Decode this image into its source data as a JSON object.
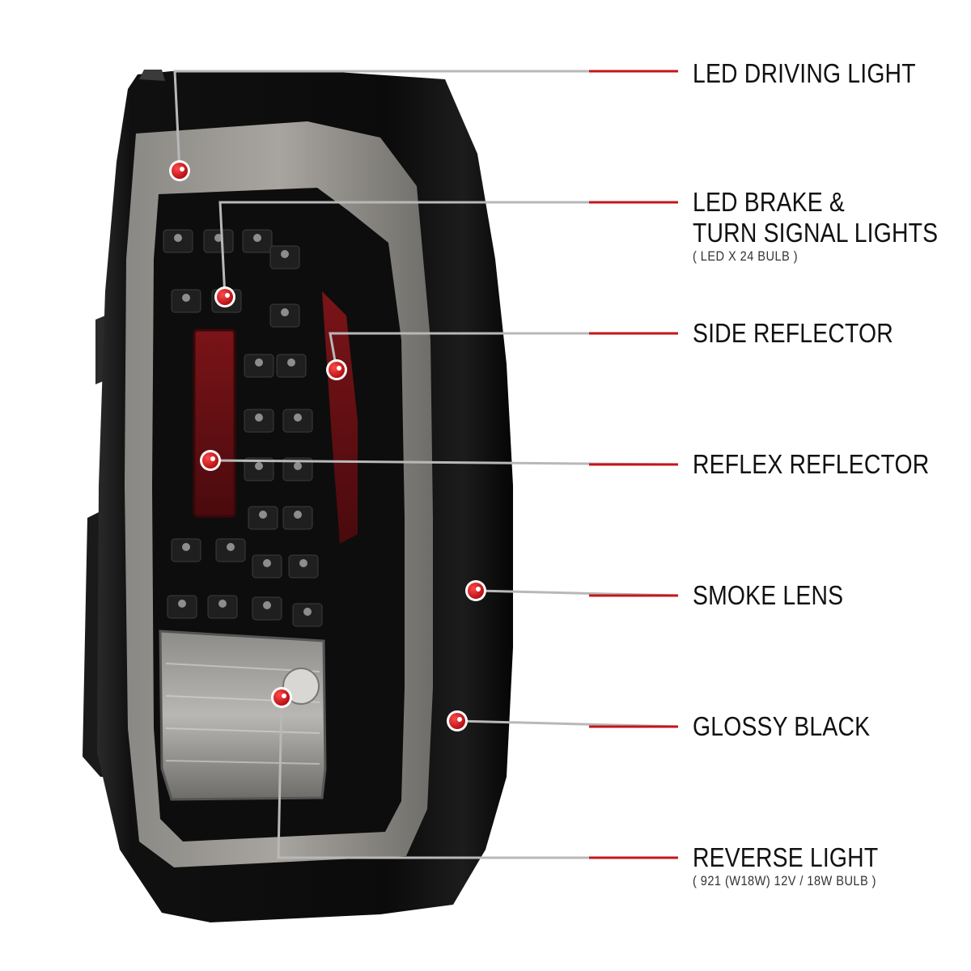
{
  "accent_color": "#c4161c",
  "leader_color": "#b8b8b8",
  "callouts": [
    {
      "lines": [
        "LED DRIVING LIGHT"
      ],
      "note": ""
    },
    {
      "lines": [
        "LED BRAKE &",
        "TURN SIGNAL LIGHTS"
      ],
      "note": "( LED X 24  BULB )"
    },
    {
      "lines": [
        "SIDE REFLECTOR"
      ],
      "note": ""
    },
    {
      "lines": [
        "REFLEX REFLECTOR"
      ],
      "note": ""
    },
    {
      "lines": [
        "SMOKE LENS"
      ],
      "note": ""
    },
    {
      "lines": [
        "GLOSSY BLACK"
      ],
      "note": ""
    },
    {
      "lines": [
        "REVERSE LIGHT"
      ],
      "note": "( 921 (W18W)  12V / 18W  BULB )"
    }
  ]
}
